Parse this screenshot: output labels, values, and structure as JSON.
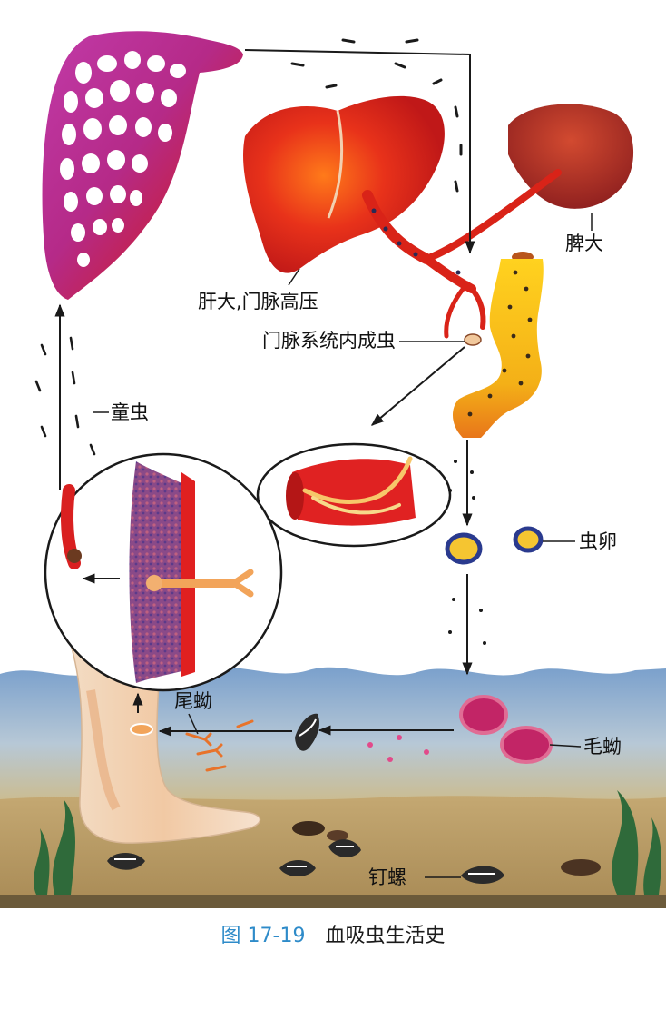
{
  "labels": {
    "liver": "肝大,门脉高压",
    "spleen": "脾大",
    "adult_worm": "门脉系统内成虫",
    "schistosomulum": "童虫",
    "egg": "虫卵",
    "miracidium": "毛蚴",
    "cercaria": "尾蚴",
    "snail": "钉螺"
  },
  "caption": {
    "number": "图 17-19",
    "title": "血吸虫生活史"
  },
  "colors": {
    "caption_number": "#2e8bc9",
    "organ_red": "#d9261c",
    "intestine_yellow": "#f2c21a",
    "water_blue": "#7fa6cf",
    "sand": "#b99a63"
  }
}
